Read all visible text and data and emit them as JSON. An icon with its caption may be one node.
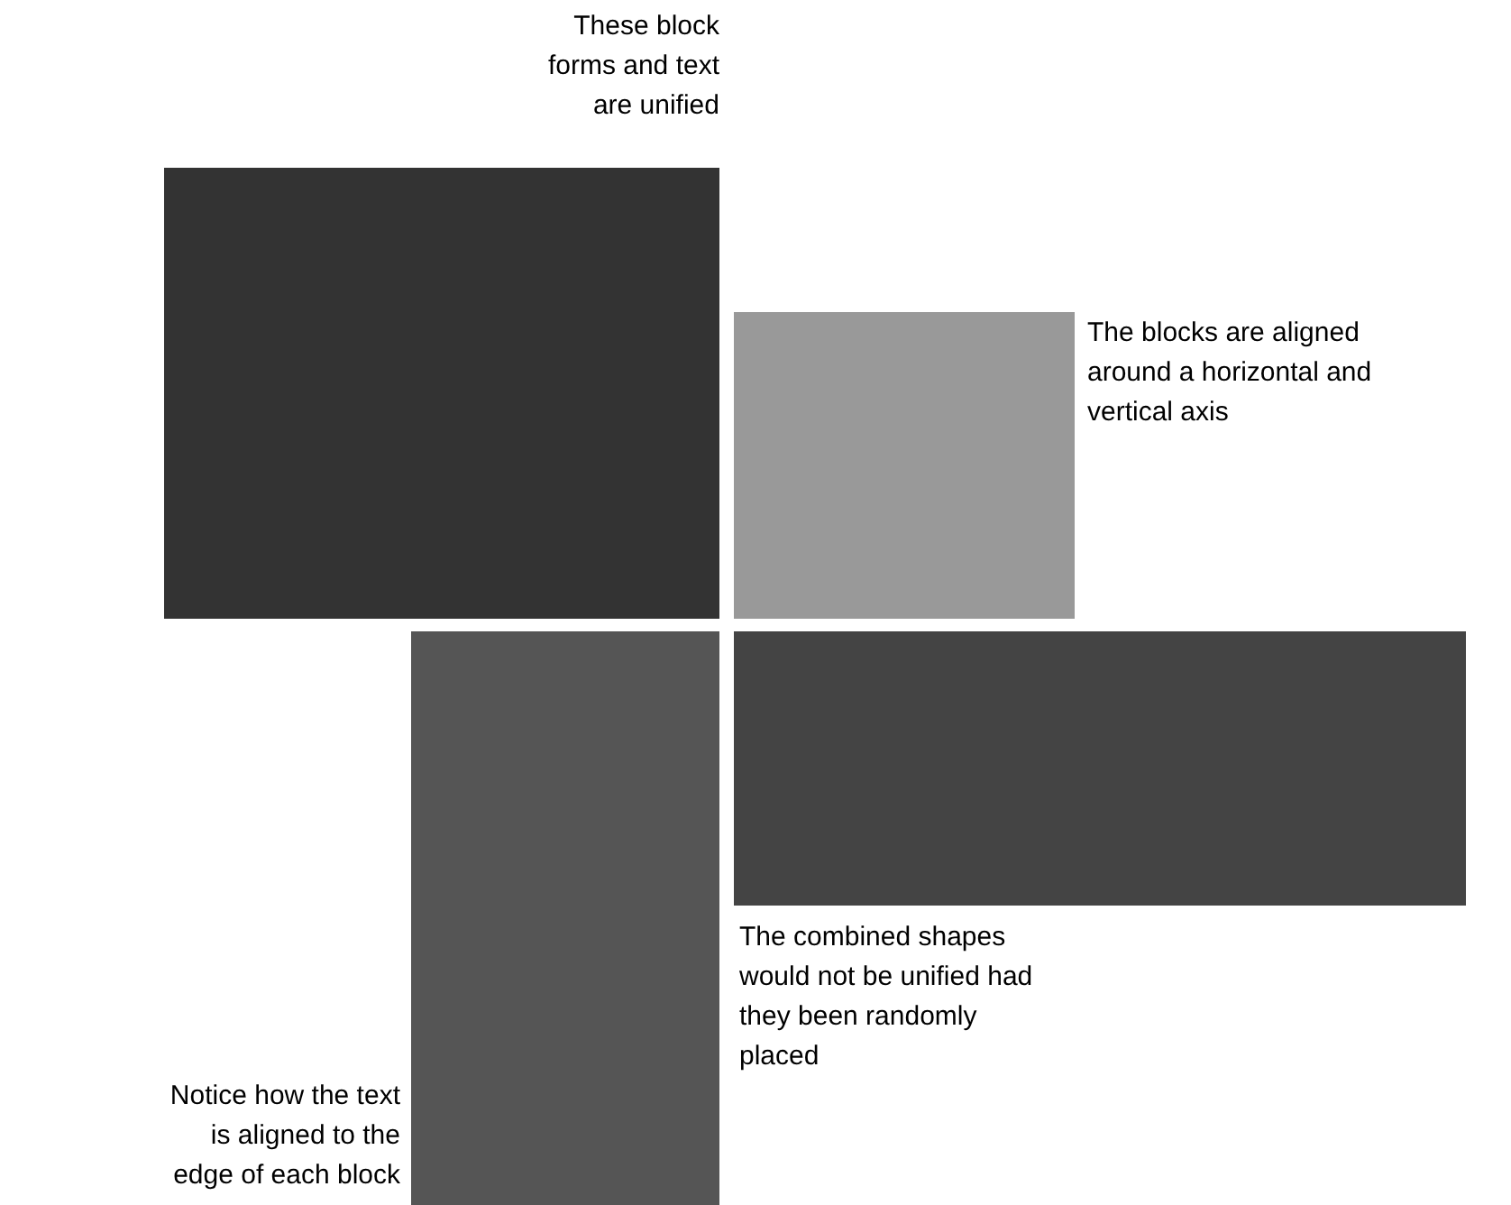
{
  "diagram": {
    "nodes": [
      {
        "text": [],
        "shape": "box"
      },
      {
        "text": [],
        "shape": "box"
      },
      {
        "text": [],
        "shape": "box"
      },
      {
        "text": [],
        "shape": "box"
      }
    ],
    "labels": [
      "These block forms and text are unified",
      "The blocks are aligned around a horizontal and vertical axis",
      "The combined shapes would not be unified had they been randomly placed",
      "Notice how the text is aligned to the edge of each block"
    ]
  }
}
